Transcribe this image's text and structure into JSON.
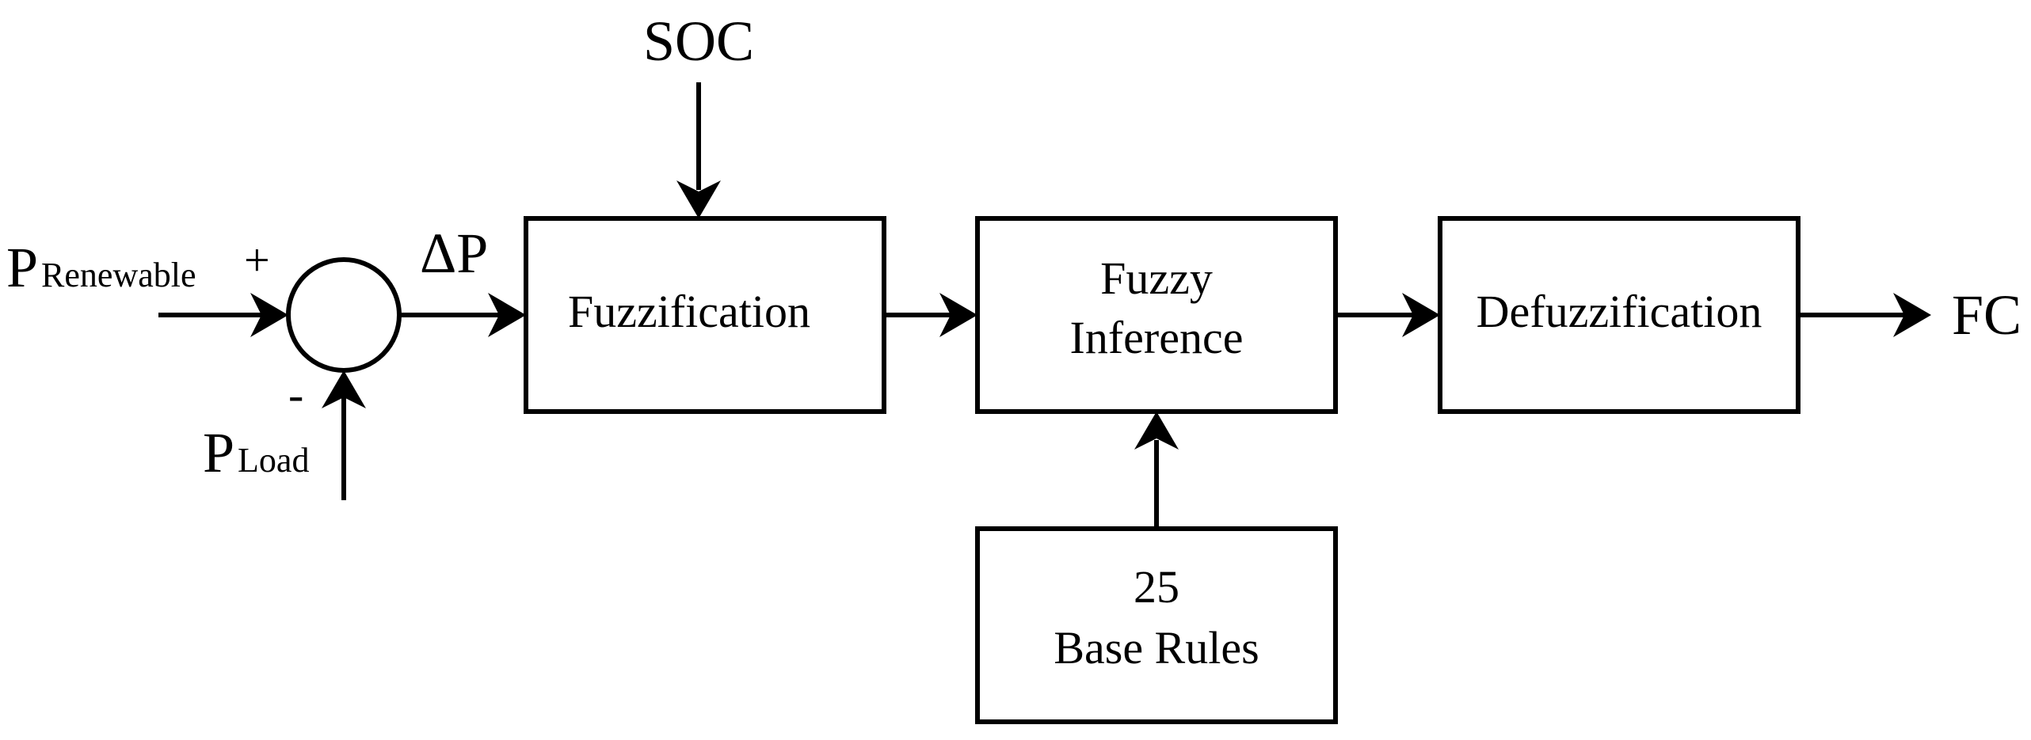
{
  "inputs": {
    "p_renewable": {
      "main": "P",
      "sub": "Renewable"
    },
    "p_load": {
      "main": "P",
      "sub": "Load"
    },
    "soc": "SOC"
  },
  "signs": {
    "plus": "+",
    "minus": "-"
  },
  "delta_p": "ΔP",
  "blocks": {
    "fuzzification": "Fuzzification",
    "fuzzy_inference": {
      "line1": "Fuzzy",
      "line2": "Inference"
    },
    "defuzzification": "Defuzzification",
    "rules": {
      "line1": "25",
      "line2": "Base Rules"
    }
  },
  "output": "FC",
  "colors": {
    "stroke": "#000000",
    "background": "#ffffff"
  }
}
